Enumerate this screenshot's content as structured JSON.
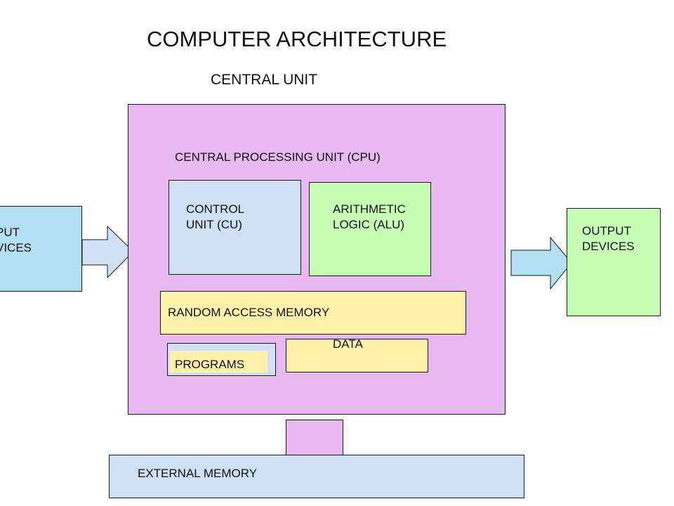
{
  "title": "COMPUTER ARCHITECTURE",
  "central_unit": {
    "label": "CENTRAL UNIT",
    "color": "#e8b8f0"
  },
  "cpu": {
    "label": "CENTRAL PROCESSING UNIT (CPU)"
  },
  "control_unit": {
    "label": "CONTROL\nUNIT (CU)",
    "color": "#cfe0f2"
  },
  "alu": {
    "label": "ARITHMETIC\nLOGIC (ALU)",
    "color": "#c8ffb6"
  },
  "ram": {
    "label": "RANDOM ACCESS MEMORY",
    "color": "#fff0aa"
  },
  "programs": {
    "label": "PROGRAMS"
  },
  "data": {
    "label": "DATA"
  },
  "external_memory": {
    "label": "EXTERNAL MEMORY",
    "color": "#cfe0f2"
  },
  "input_devices": {
    "label": "PUT\nVICES",
    "color": "#b2e0f2"
  },
  "output_devices": {
    "label": "OUTPUT\nDEVICES",
    "color": "#c8ffb6"
  },
  "arrows": [
    {
      "name": "input-arrow",
      "from": "input_devices",
      "to": "central_unit",
      "color": "#cfe0f2"
    },
    {
      "name": "output-arrow",
      "from": "central_unit",
      "to": "output_devices",
      "color": "#b2e0f2"
    }
  ]
}
